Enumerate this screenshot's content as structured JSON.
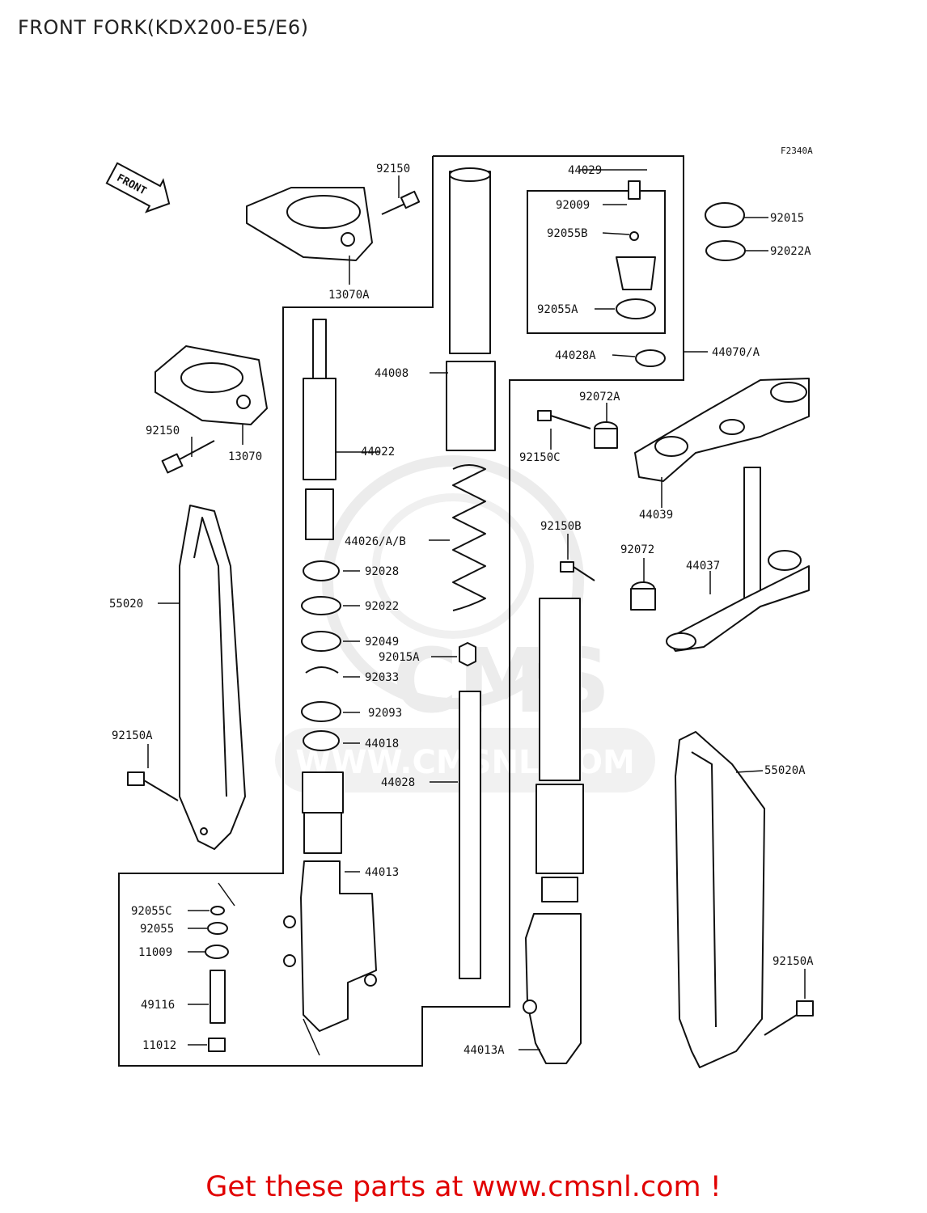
{
  "title": "FRONT FORK(KDX200-E5/E6)",
  "figure_code": "F2340A",
  "front_arrow_label": "FRONT",
  "watermark": {
    "logo_text": "CMS",
    "url_text": "WWW.CMSNL.COM"
  },
  "footer_link": "Get these parts at www.cmsnl.com !",
  "colors": {
    "line": "#111111",
    "footer": "#e10000",
    "watermark": "#dddddd"
  },
  "part_labels": [
    "92150",
    "13070A",
    "13070",
    "92150",
    "55020",
    "92150A",
    "44029",
    "92009",
    "92055B",
    "92055A",
    "44028A",
    "44070/A",
    "92015",
    "92022A",
    "44008",
    "44022",
    "44026/A/B",
    "92028",
    "92022",
    "92049",
    "92015A",
    "92033",
    "92093",
    "44018",
    "44028",
    "44013",
    "92055C",
    "92055",
    "11009",
    "49116",
    "11012",
    "92072A",
    "92150C",
    "44039",
    "92150B",
    "92072",
    "44037",
    "55020A",
    "92150A",
    "44013A"
  ]
}
